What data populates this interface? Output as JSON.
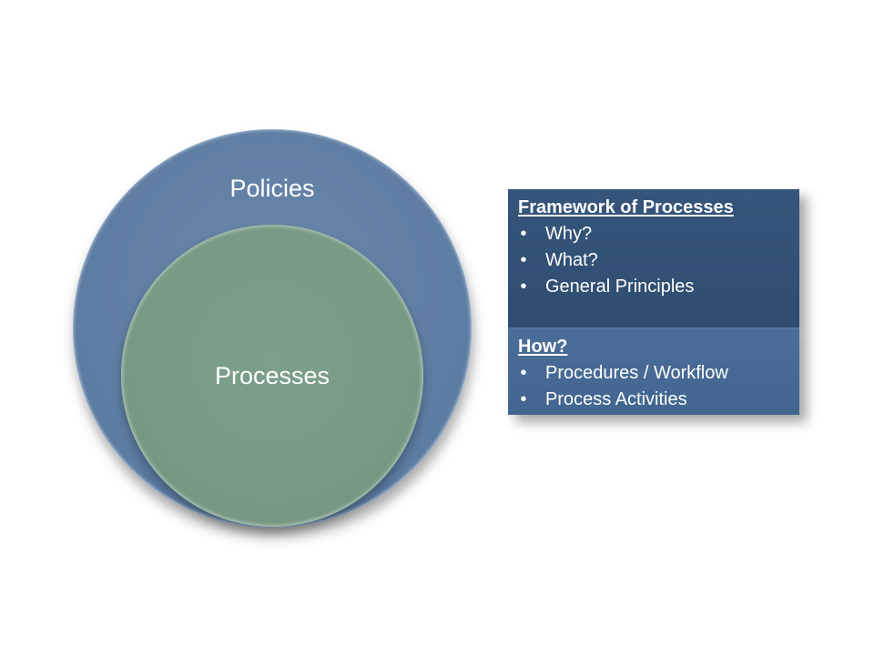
{
  "diagram": {
    "outer_circle": {
      "label": "Policies",
      "color": "#5f7ea3"
    },
    "inner_circle": {
      "label": "Processes",
      "color": "#789b85"
    },
    "framework_box": {
      "heading": "Framework of Processes",
      "bullet_icon": "bullet-dot",
      "items": [
        "Why?",
        "What?",
        "General Principles"
      ],
      "color": "#2f4d71"
    },
    "how_box": {
      "heading": "How?",
      "bullet_icon": "bullet-dot",
      "items": [
        "Procedures / Workflow",
        "Process Activities"
      ],
      "color": "#42668f"
    }
  }
}
